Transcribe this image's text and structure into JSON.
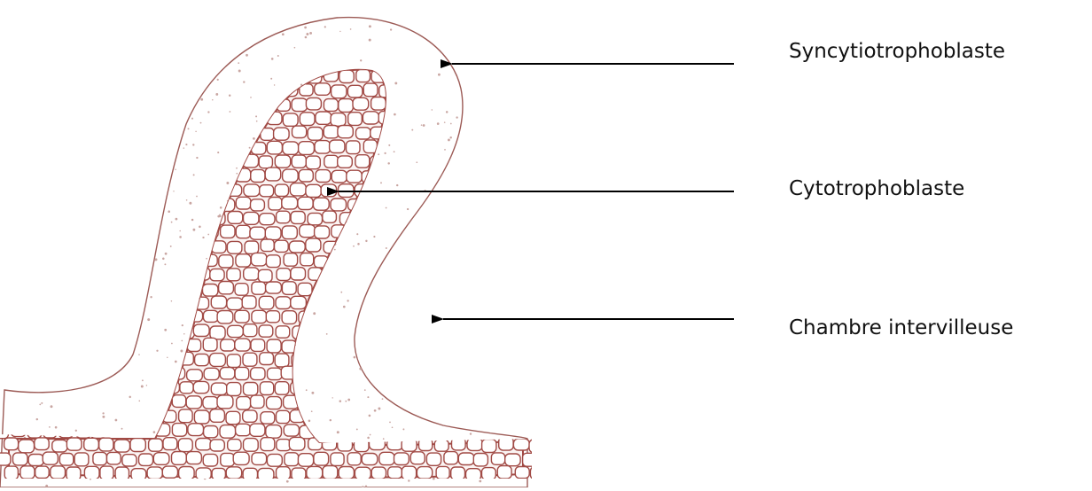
{
  "labels": {
    "syncytiotrophoblaste": "Syncytiotrophoblaste",
    "cytotrophoblaste": "Cytotrophoblaste",
    "chambre_intervilleuse": "Chambre intervilleuse"
  },
  "colors": {
    "outline": "#9c5a55",
    "cell_wall": "#a14a45",
    "cell_fill": "#ffffff",
    "stipple": "#c9a6a2",
    "arrow": "#000000",
    "text": "#111111"
  },
  "icons": {
    "arrow": "left-arrow"
  }
}
